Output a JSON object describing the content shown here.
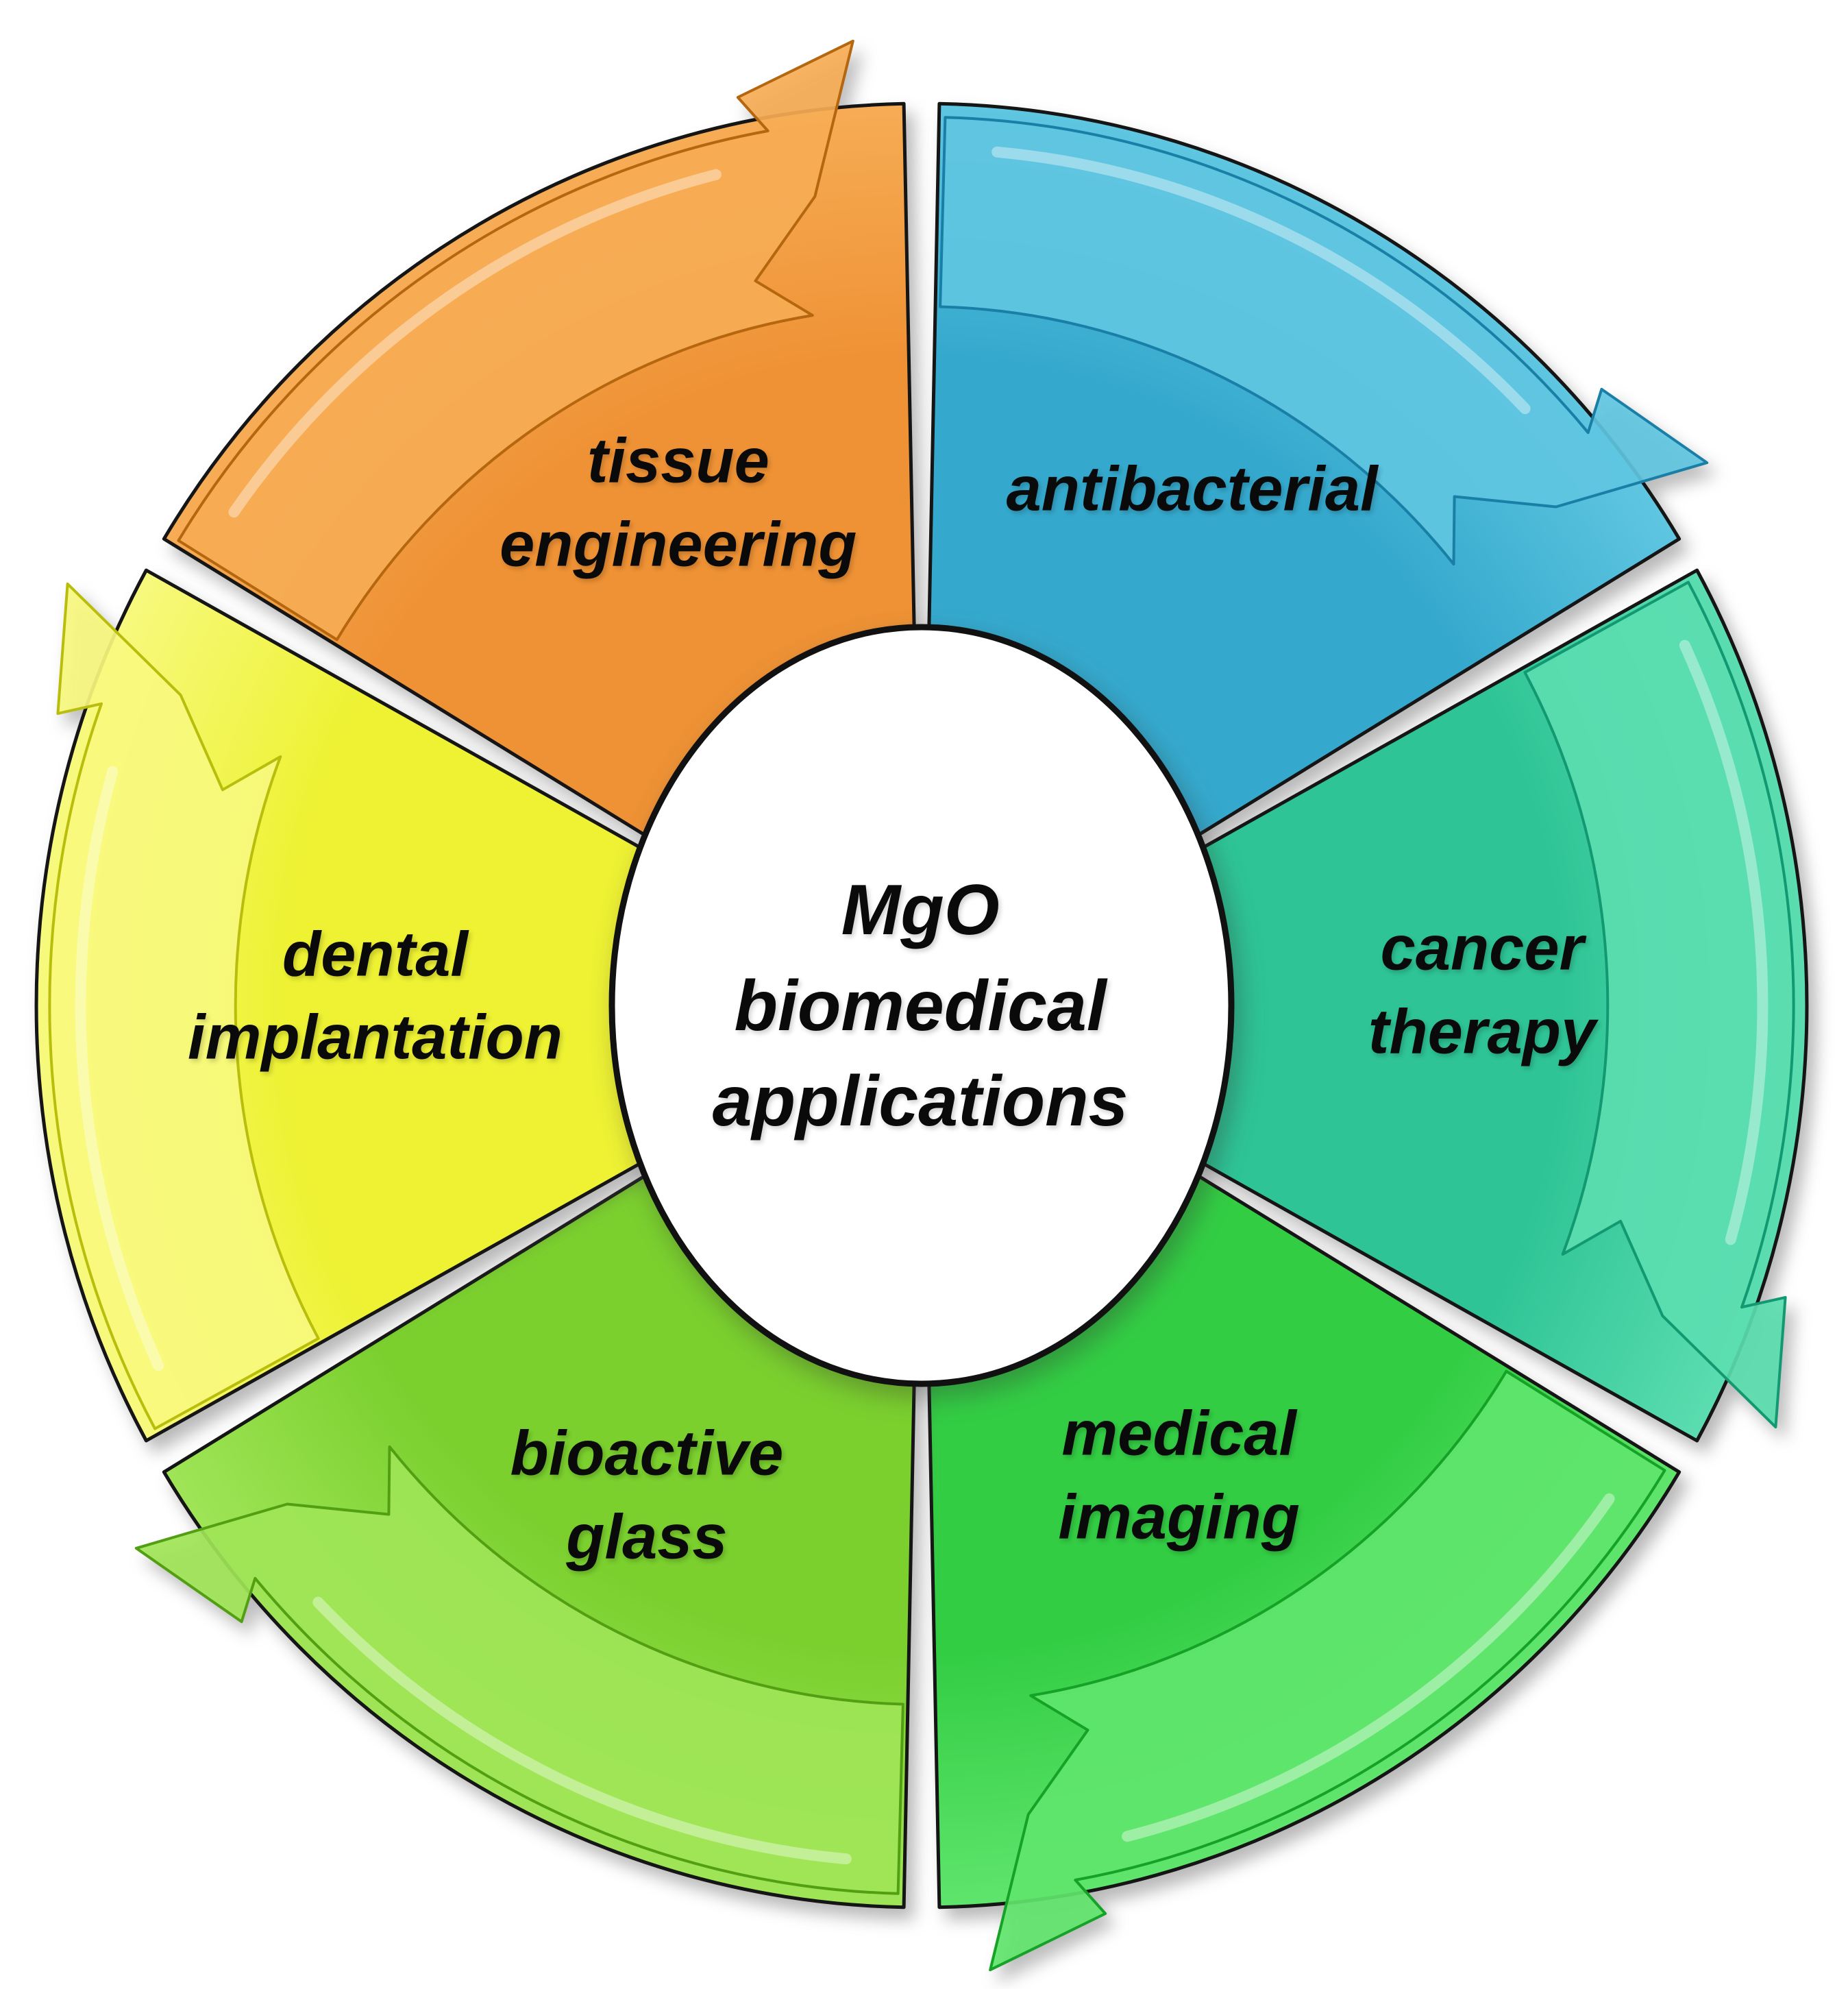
{
  "figure": {
    "type": "cycle-diagram",
    "flow_direction": "clockwise",
    "center": {
      "label": "MgO biomedical applications",
      "fill": "#FFFFFF",
      "outline": "#111111",
      "text_color": "#0A0A0A"
    },
    "segments": [
      {
        "id": "tissue-engineering",
        "label": "tissue engineering",
        "color": "#EF9235",
        "light": "#F6AC55",
        "dark": "#B5670F",
        "start_angle": 300,
        "end_angle": 360
      },
      {
        "id": "antibacterial",
        "label": "antibacterial",
        "color": "#35A9CD",
        "light": "#5FC6E1",
        "dark": "#1A7FA6",
        "start_angle": 0,
        "end_angle": 60
      },
      {
        "id": "cancer-therapy",
        "label": "cancer therapy",
        "color": "#2EC495",
        "light": "#5BDDB0",
        "dark": "#129972",
        "start_angle": 60,
        "end_angle": 120
      },
      {
        "id": "medical-imaging",
        "label": "medical imaging",
        "color": "#33CD44",
        "light": "#5FE56C",
        "dark": "#15A226",
        "start_angle": 120,
        "end_angle": 180
      },
      {
        "id": "bioactive-glass",
        "label": "bioactive glass",
        "color": "#7BD02E",
        "light": "#9FE557",
        "dark": "#529F13",
        "start_angle": 180,
        "end_angle": 240
      },
      {
        "id": "dental-implantation",
        "label": "dental implantation",
        "color": "#EEF233",
        "light": "#F7F97E",
        "dark": "#B9BE0C",
        "start_angle": 240,
        "end_angle": 300
      }
    ]
  }
}
